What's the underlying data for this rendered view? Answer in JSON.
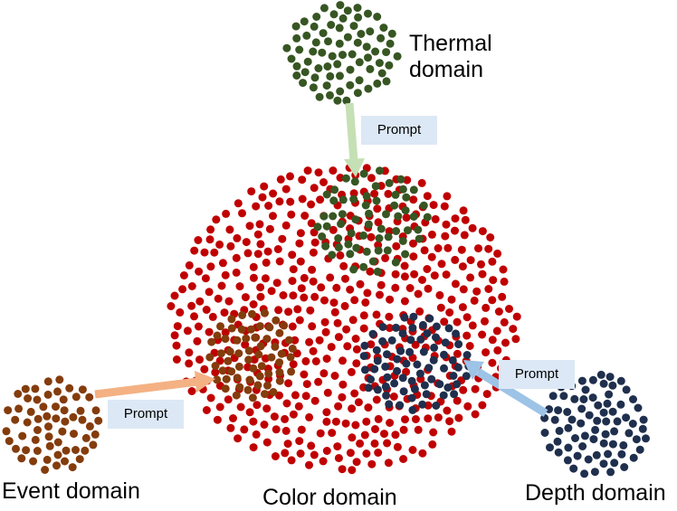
{
  "labels": {
    "thermal_line1": "Thermal",
    "thermal_line2": "domain",
    "event": "Event domain",
    "color": "Color domain",
    "depth": "Depth domain"
  },
  "prompts": {
    "thermal": "Prompt",
    "event": "Prompt",
    "depth": "Prompt"
  },
  "colors": {
    "color_domain": "#c00000",
    "thermal_domain": "#375623",
    "event_domain": "#843c0c",
    "depth_domain": "#1f2f4d",
    "arrow_thermal": "#c5e0b4",
    "arrow_event": "#f4b183",
    "arrow_depth": "#9dc3e6",
    "prompt_box": "#dce8f5"
  }
}
